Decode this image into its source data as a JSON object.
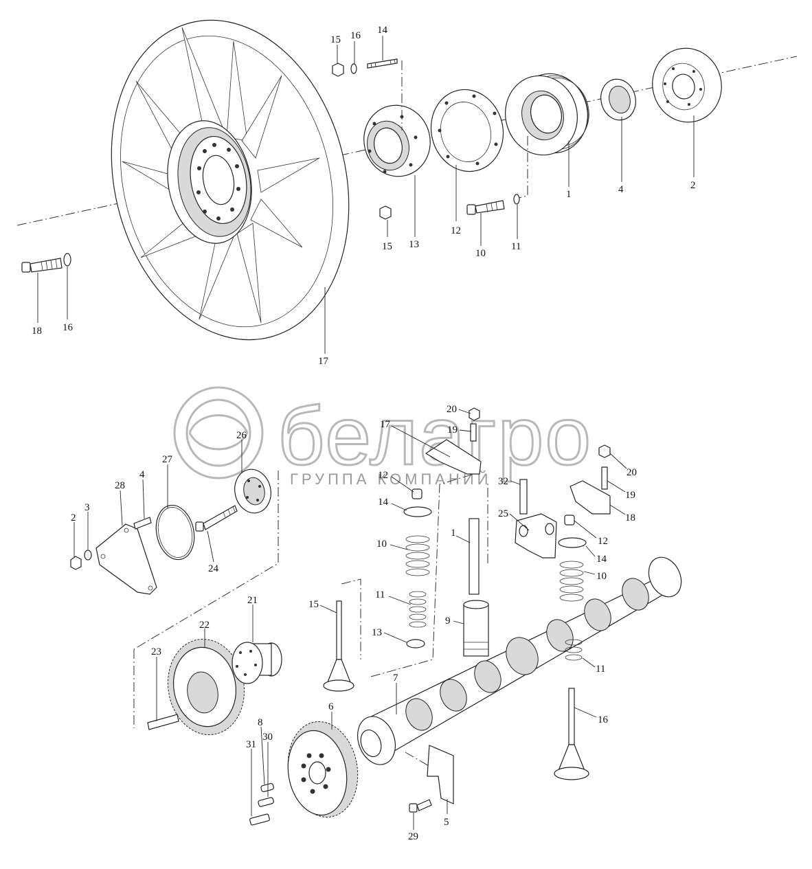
{
  "watermark": {
    "brand": "белагро",
    "subtitle": "ГРУППА КОМПАНИЙ"
  },
  "top_assembly_callouts": [
    "15",
    "16",
    "14",
    "1",
    "4",
    "2",
    "12",
    "13",
    "15",
    "10",
    "11",
    "18",
    "16",
    "17"
  ],
  "bottom_assembly_callouts": [
    "20",
    "17",
    "19",
    "12",
    "14",
    "10",
    "11",
    "13",
    "15",
    "1",
    "9",
    "32",
    "25",
    "20",
    "19",
    "18",
    "12",
    "14",
    "10",
    "11",
    "16",
    "7",
    "6",
    "5",
    "29",
    "26",
    "27",
    "28",
    "4",
    "3",
    "2",
    "24",
    "21",
    "22",
    "23",
    "8",
    "30",
    "31"
  ]
}
